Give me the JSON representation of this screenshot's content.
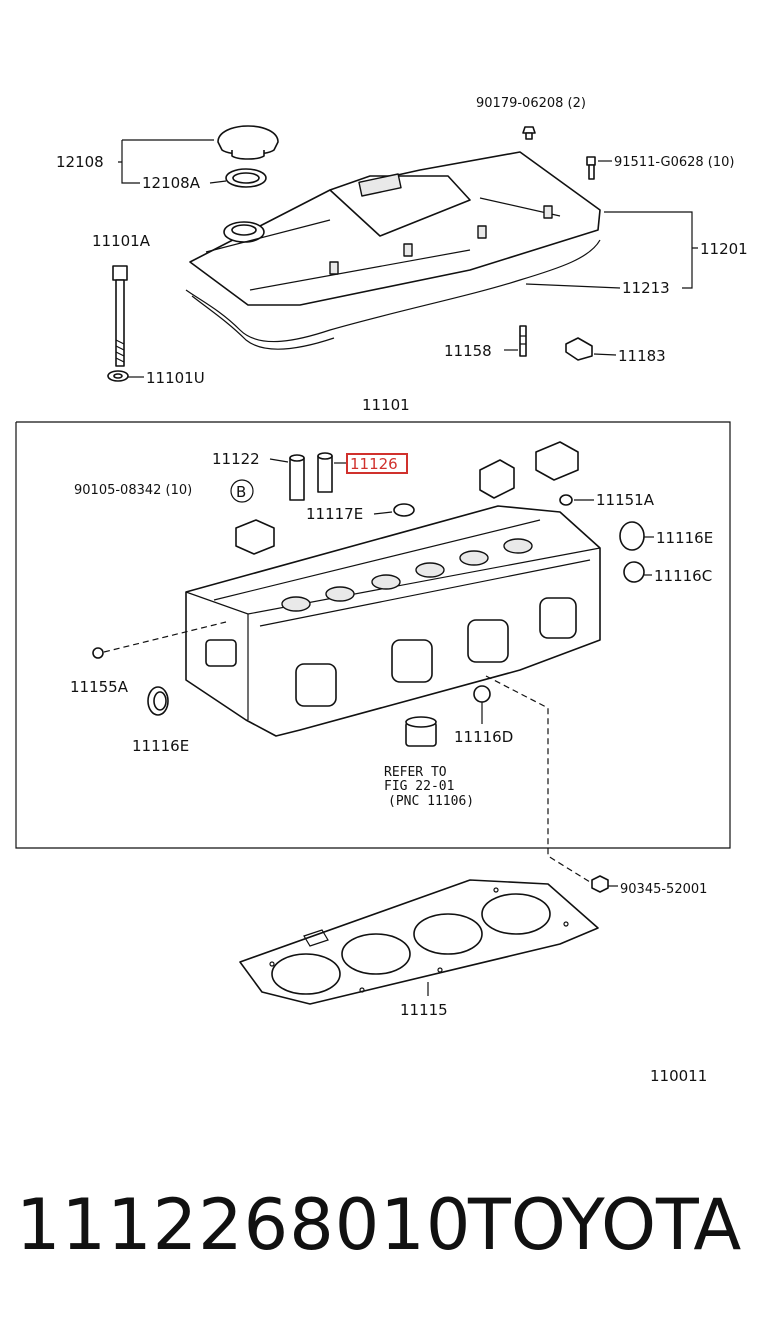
{
  "labels": {
    "bolt_top": "90179-06208 (2)",
    "filler_cap": "12108",
    "filler_gasket": "12108A",
    "stud_right": "91511-G0628 (10)",
    "head_bolt": "11101A",
    "cover_assy": "11201",
    "cover_gasket": "11213",
    "pin": "11158",
    "clamp": "11183",
    "washer": "11101U",
    "head_assy": "11101",
    "guide": "11122",
    "guide_highlight": "11126",
    "bolt_b": "90105-08342 (10)",
    "b_marker": "B",
    "seal_e": "11117E",
    "plug_a": "11151A",
    "plug_e_right": "11116E",
    "plug_c": "11116C",
    "plug_a_left": "11155A",
    "plug_e_left": "11116E",
    "plug_d": "11116D",
    "refer_line1": "REFER TO",
    "refer_line2": "FIG 22-01",
    "refer_line3": "(PNC 11106)",
    "bolt_bottom": "90345-52001",
    "head_gasket": "11115",
    "fig_code": "110011"
  },
  "footer": {
    "part_number": "1112268010",
    "brand": "TOYOTA"
  },
  "colors": {
    "highlight": "#d0312d",
    "ink": "#111111"
  }
}
